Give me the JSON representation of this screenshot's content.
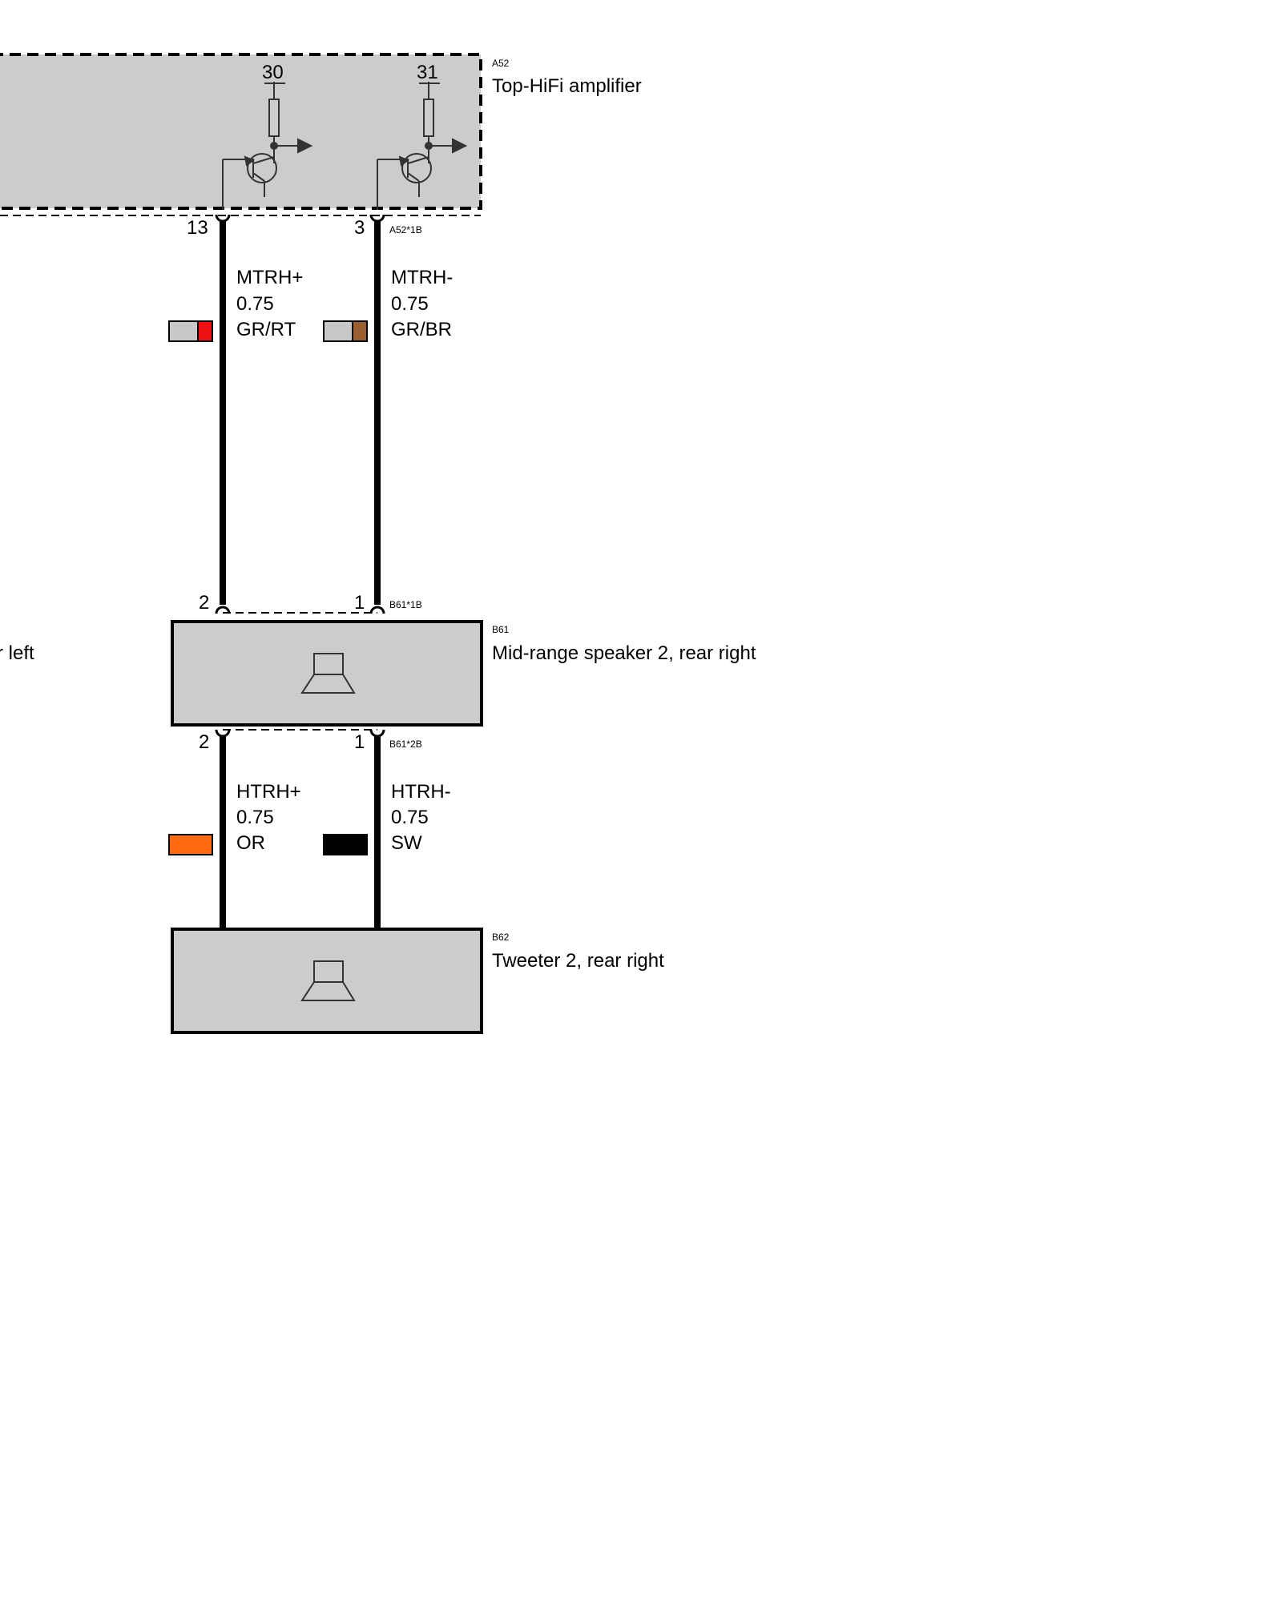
{
  "components": {
    "amplifier": {
      "id": "A52",
      "name": "Top-HiFi amplifier",
      "connector": "A52*1B",
      "pin_supply": "30",
      "pin_ground": "31"
    },
    "midrange": {
      "id": "B61",
      "name": "Mid-range speaker 2, rear right",
      "connector_top": "B61*1B",
      "connector_bottom": "B61*2B"
    },
    "tweeter": {
      "id": "B62",
      "name": "Tweeter 2, rear right"
    },
    "offscreen_left": {
      "partial_label": "r left"
    }
  },
  "wires": [
    {
      "signal": "MTRH+",
      "gauge": "0.75",
      "color_code": "GR/RT",
      "swatch": [
        "#c8c8c8",
        "#ee1111"
      ],
      "pin_top": "13",
      "pin_bottom": "2"
    },
    {
      "signal": "MTRH-",
      "gauge": "0.75",
      "color_code": "GR/BR",
      "swatch": [
        "#c8c8c8",
        "#9a5f2e"
      ],
      "pin_top": "3",
      "pin_bottom": "1"
    },
    {
      "signal": "HTRH+",
      "gauge": "0.75",
      "color_code": "OR",
      "swatch": [
        "#ff6a10"
      ],
      "pin_top": "2"
    },
    {
      "signal": "HTRH-",
      "gauge": "0.75",
      "color_code": "SW",
      "swatch": [
        "#000000"
      ],
      "pin_top": "1"
    }
  ],
  "colors": {
    "component_fill": "#cccccc",
    "wire": "#000000",
    "outline": "#000000"
  }
}
